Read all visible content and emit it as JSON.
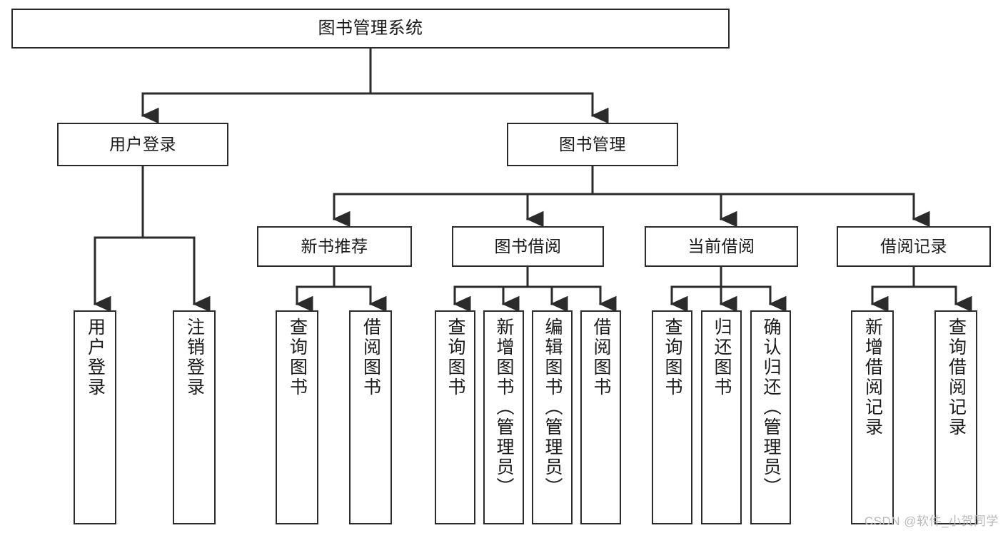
{
  "diagram": {
    "title": "图书管理系统",
    "type": "tree",
    "style": {
      "box_border_color": "#2b2b2b",
      "box_fill_color": "#ffffff",
      "edge_color": "#2b2b2b",
      "background_color": "#ffffff",
      "text_color": "#1a1a1a",
      "watermark_color": "#b9b9b9"
    },
    "root": {
      "label": "图书管理系统"
    },
    "level2": [
      {
        "label": "用户登录"
      },
      {
        "label": "图书管理"
      }
    ],
    "level3": [
      {
        "label": "新书推荐"
      },
      {
        "label": "图书借阅"
      },
      {
        "label": "当前借阅"
      },
      {
        "label": "借阅记录"
      }
    ],
    "leaves": {
      "user_login": [
        {
          "label": "用户登录"
        },
        {
          "label": "注销登录"
        }
      ],
      "new_book_recommend": [
        {
          "label": "查询图书"
        },
        {
          "label": "借阅图书"
        }
      ],
      "book_borrow": [
        {
          "label": "查询图书"
        },
        {
          "label": "新增图书（管理员）"
        },
        {
          "label": "编辑图书（管理员）"
        },
        {
          "label": "借阅图书"
        }
      ],
      "current_borrow": [
        {
          "label": "查询图书"
        },
        {
          "label": "归还图书"
        },
        {
          "label": "确认归还（管理员）"
        }
      ],
      "borrow_record": [
        {
          "label": "新增借阅记录"
        },
        {
          "label": "查询借阅记录"
        }
      ]
    }
  },
  "watermark": {
    "text": "CSDN @软件_小贺同学"
  }
}
